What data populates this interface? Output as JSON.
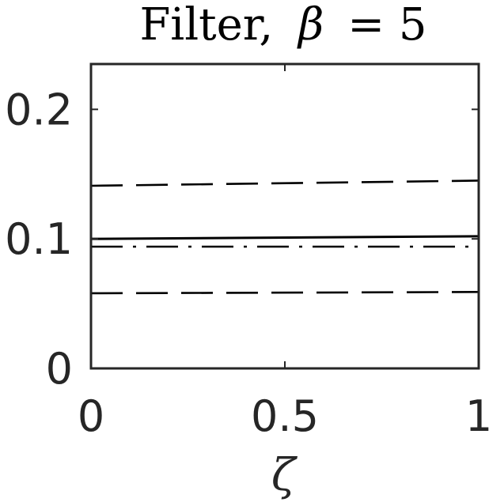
{
  "chart_data": {
    "type": "line",
    "title_prefix": "Filter,",
    "title_symbol": "β",
    "title_suffix": "= 5",
    "xlabel": "ζ",
    "ylabel": "",
    "xlim": [
      0,
      1
    ],
    "ylim": [
      0,
      0.235
    ],
    "xticks": [
      0,
      0.5,
      1
    ],
    "xtick_labels": [
      "0",
      "0.5",
      "1"
    ],
    "yticks": [
      0,
      0.1,
      0.2
    ],
    "ytick_labels": [
      "0",
      "0.1",
      "0.2"
    ],
    "grid": false,
    "series": [
      {
        "style": "dashed",
        "x": [
          0,
          1
        ],
        "y": [
          0.141,
          0.145
        ]
      },
      {
        "style": "solid",
        "x": [
          0,
          1
        ],
        "y": [
          0.1,
          0.102
        ]
      },
      {
        "style": "dashdot",
        "x": [
          0,
          1
        ],
        "y": [
          0.094,
          0.094
        ]
      },
      {
        "style": "dashed",
        "x": [
          0,
          1
        ],
        "y": [
          0.058,
          0.059
        ]
      }
    ],
    "colors": {
      "axes": "#262626",
      "lines": "#000000"
    }
  }
}
